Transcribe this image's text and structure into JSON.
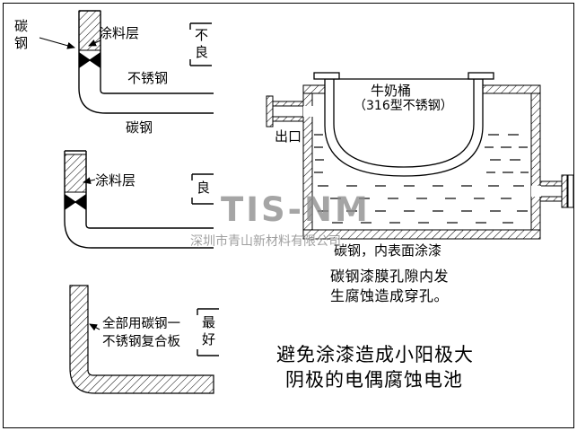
{
  "watermark": {
    "brand": "TIS-NM",
    "company": "深圳市青山新材料有限公司"
  },
  "diagrams": {
    "d1": {
      "label_carbon_top": "碳钢",
      "label_coating": "涂料层",
      "label_stainless": "不锈钢",
      "label_carbon_bottom": "碳钢",
      "rating": "不良"
    },
    "d2": {
      "label_coating": "涂料层",
      "rating": "良"
    },
    "d3": {
      "label_line1": "全部用碳钢一",
      "label_line2": "不锈钢复合板",
      "rating": "最好"
    }
  },
  "tank": {
    "title": "牛奶桶",
    "subtitle": "（316型不锈钢）",
    "outlet": "出口",
    "shell_label": "碳钢，内表面涂漆"
  },
  "notes": {
    "porosity_line1": "碳钢漆膜孔隙内发",
    "porosity_line2": "生腐蚀造成穿孔。"
  },
  "caption": {
    "line1": "避免涂漆造成小阳极大",
    "line2": "阴极的电偶腐蚀电池"
  },
  "colors": {
    "line": "#000000",
    "watermark_gray": "#8f8f8f",
    "background": "#ffffff"
  }
}
